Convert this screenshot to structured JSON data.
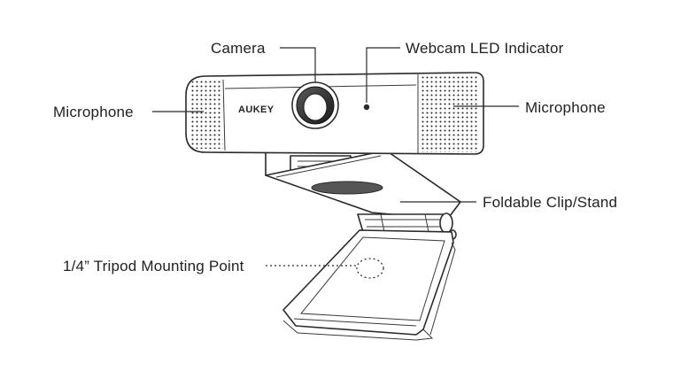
{
  "diagram": {
    "brand_text": "AUKEY",
    "labels": {
      "camera": "Camera",
      "led": "Webcam LED Indicator",
      "mic_left": "Microphone",
      "mic_right": "Microphone",
      "clip": "Foldable Clip/Stand",
      "tripod": "1/4” Tripod Mounting Point"
    }
  }
}
